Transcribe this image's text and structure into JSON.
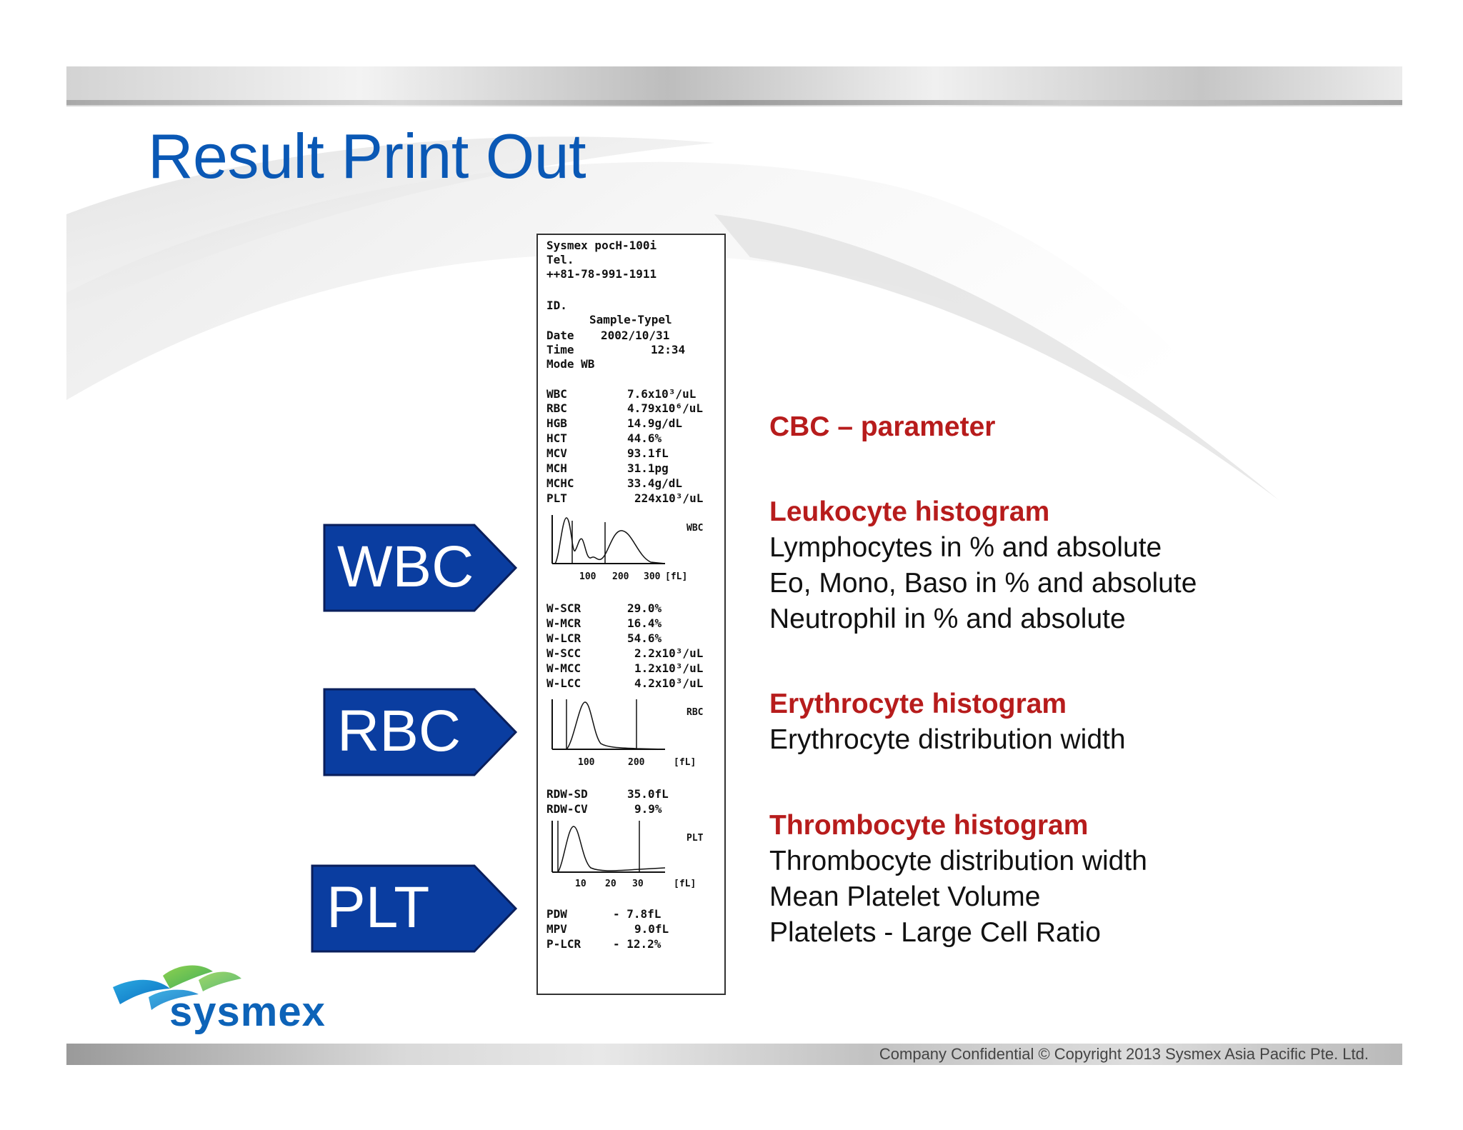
{
  "slide": {
    "title": "Result Print Out",
    "footer": "Company Confidential © Copyright 2013 Sysmex Asia Pacific Pte. Ltd.",
    "logo_text": "sysmex"
  },
  "printout": {
    "header": [
      "Sysmex pocH-100i",
      "Tel.",
      "++81-78-991-1911"
    ],
    "id_label": "ID.",
    "sample_type": "Sample-Typel",
    "date_label": "Date",
    "date_value": "2002/10/31",
    "time_label": "Time",
    "time_value": "12:34",
    "mode_label": "Mode WB",
    "cbc": [
      {
        "label": "WBC",
        "value": "7.6x10³/uL"
      },
      {
        "label": "RBC",
        "value": "4.79x10⁶/uL"
      },
      {
        "label": "HGB",
        "value": "14.9g/dL"
      },
      {
        "label": "HCT",
        "value": "44.6%"
      },
      {
        "label": "MCV",
        "value": "93.1fL"
      },
      {
        "label": "MCH",
        "value": "31.1pg"
      },
      {
        "label": "MCHC",
        "value": "33.4g/dL"
      },
      {
        "label": "PLT",
        "value": "224x10³/uL"
      }
    ],
    "wbc_hist": {
      "tag": "WBC",
      "ticks": [
        "100",
        "200",
        "300"
      ],
      "unit": "[fL]"
    },
    "wbc_diff": [
      {
        "label": "W-SCR",
        "value": "29.0%"
      },
      {
        "label": "W-MCR",
        "value": "16.4%"
      },
      {
        "label": "W-LCR",
        "value": "54.6%"
      },
      {
        "label": "W-SCC",
        "value": "2.2x10³/uL"
      },
      {
        "label": "W-MCC",
        "value": "1.2x10³/uL"
      },
      {
        "label": "W-LCC",
        "value": "4.2x10³/uL"
      }
    ],
    "rbc_hist": {
      "tag": "RBC",
      "ticks": [
        "100",
        "200"
      ],
      "unit": "[fL]"
    },
    "rdw": [
      {
        "label": "RDW-SD",
        "value": "35.0fL"
      },
      {
        "label": "RDW-CV",
        "value": "9.9%"
      }
    ],
    "plt_hist": {
      "tag": "PLT",
      "ticks": [
        "10",
        "20",
        "30"
      ],
      "unit": "[fL]"
    },
    "plt_params": [
      {
        "label": "PDW",
        "value": "- 7.8fL"
      },
      {
        "label": "MPV",
        "value": "9.0fL"
      },
      {
        "label": "P-LCR",
        "value": "- 12.2%"
      }
    ]
  },
  "labels": {
    "wbc": "WBC",
    "rbc": "RBC",
    "plt": "PLT",
    "color": "#0a3da0"
  },
  "sections": [
    {
      "heading": "CBC – parameter",
      "lines": []
    },
    {
      "heading": "Leukocyte histogram",
      "lines": [
        "Lymphocytes in % and absolute",
        "Eo, Mono, Baso in % and absolute",
        "Neutrophil in % and absolute"
      ]
    },
    {
      "heading": "Erythrocyte histogram",
      "lines": [
        "Erythrocyte distribution width"
      ]
    },
    {
      "heading": "Thrombocyte histogram",
      "lines": [
        "Thrombocyte distribution width",
        "Mean Platelet Volume",
        "Platelets - Large Cell Ratio"
      ]
    }
  ],
  "colors": {
    "title": "#0a58b5",
    "heading": "#b71c1c",
    "label_box": "#0a3da0"
  }
}
